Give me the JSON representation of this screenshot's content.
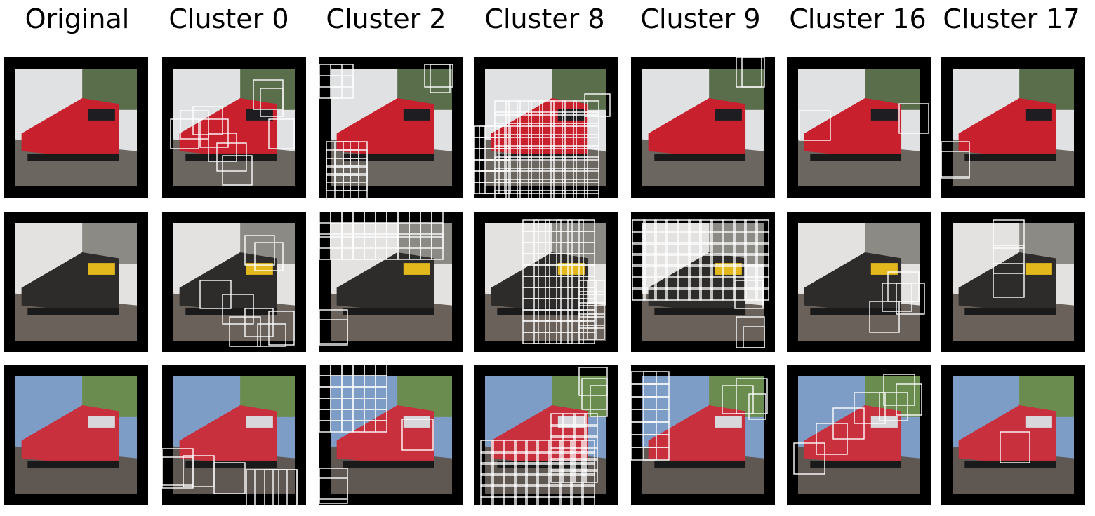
{
  "figure": {
    "headers": [
      "Original",
      "Cluster 0",
      "Cluster 2",
      "Cluster 8",
      "Cluster 9",
      "Cluster 16",
      "Cluster 17"
    ]
  },
  "scenes": [
    {
      "name": "red-train-overcast",
      "sky": "#dfe1e3",
      "foliage": "#5a6e4c",
      "train": "#c8202c",
      "accent": "#1e1e22",
      "ground": "#6b6660"
    },
    {
      "name": "yellow-black-train",
      "sky": "#e3e2e0",
      "foliage": "#8c8a85",
      "train": "#2d2c2a",
      "accent": "#e3b81c",
      "ground": "#6a625a"
    },
    {
      "name": "red-train-blue-sky",
      "sky": "#7e9dc6",
      "foliage": "#6b8c4f",
      "train": "#c7303c",
      "accent": "#d8d8dc",
      "ground": "#5f5752"
    }
  ],
  "colors": {
    "frame": "#000000",
    "box_stroke": "#ffffff"
  },
  "icon": "image-patch-tile"
}
